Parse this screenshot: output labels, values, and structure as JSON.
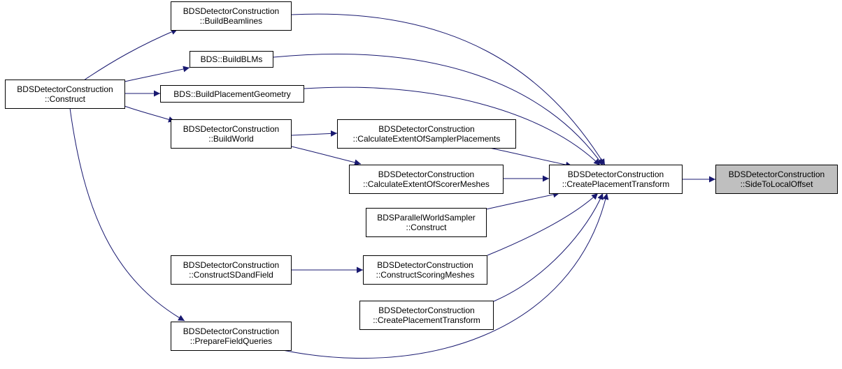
{
  "nodes": {
    "construct": {
      "line1": "BDSDetectorConstruction",
      "line2": "::Construct"
    },
    "build_beamlines": {
      "line1": "BDSDetectorConstruction",
      "line2": "::BuildBeamlines"
    },
    "build_blms": {
      "line1": "BDS::BuildBLMs"
    },
    "build_placement_geometry": {
      "line1": "BDS::BuildPlacementGeometry"
    },
    "build_world": {
      "line1": "BDSDetectorConstruction",
      "line2": "::BuildWorld"
    },
    "calc_extent_sampler": {
      "line1": "BDSDetectorConstruction",
      "line2": "::CalculateExtentOfSamplerPlacements"
    },
    "calc_extent_scorer": {
      "line1": "BDSDetectorConstruction",
      "line2": "::CalculateExtentOfScorerMeshes"
    },
    "parallel_world_sampler": {
      "line1": "BDSParallelWorldSampler",
      "line2": "::Construct"
    },
    "construct_sd_field": {
      "line1": "BDSDetectorConstruction",
      "line2": "::ConstructSDandField"
    },
    "construct_scoring_meshes": {
      "line1": "BDSDetectorConstruction",
      "line2": "::ConstructScoringMeshes"
    },
    "create_placement_transform_lower": {
      "line1": "BDSDetectorConstruction",
      "line2": "::CreatePlacementTransform"
    },
    "prepare_field_queries": {
      "line1": "BDSDetectorConstruction",
      "line2": "::PrepareFieldQueries"
    },
    "create_placement_transform": {
      "line1": "BDSDetectorConstruction",
      "line2": "::CreatePlacementTransform"
    },
    "side_to_local_offset": {
      "line1": "BDSDetectorConstruction",
      "line2": "::SideToLocalOffset"
    }
  },
  "colors": {
    "edge": "#191970",
    "border": "#000000",
    "target_fill": "#bfbfbf"
  }
}
